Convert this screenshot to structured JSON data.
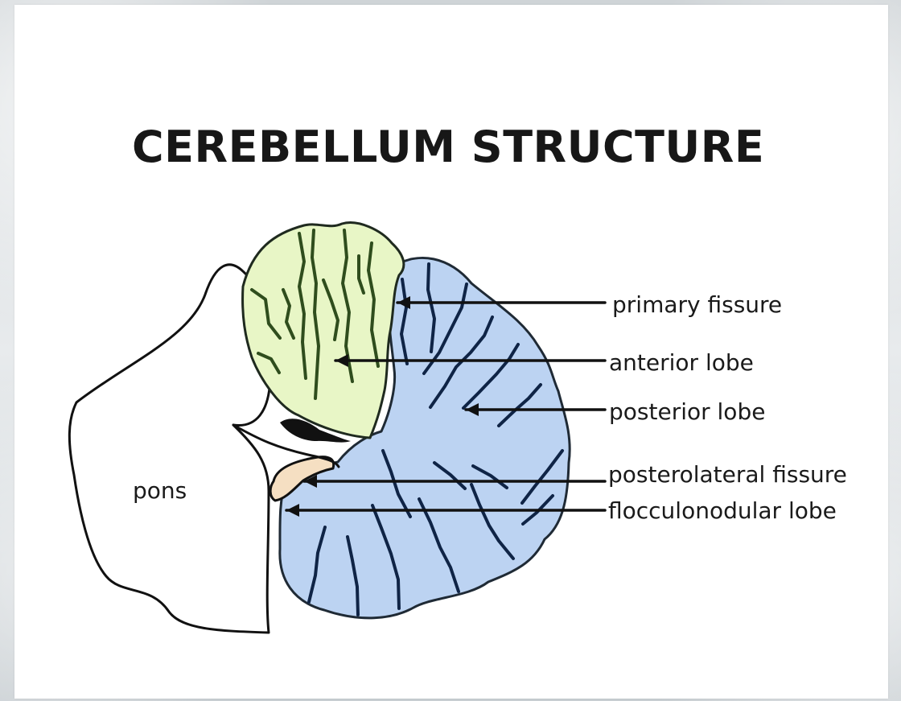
{
  "diagram": {
    "title": "CEREBELLUM STRUCTURE",
    "labels": {
      "pons": "pons",
      "primary_fissure": "primary fissure",
      "anterior_lobe": "anterior lobe",
      "posterior_lobe": "posterior lobe",
      "posterolateral_fissure": "posterolateral fissure",
      "flocculonodular_lobe": "flocculonodular lobe"
    },
    "colors": {
      "anterior_lobe": "#e8f6c6",
      "posterior_lobe": "#bcd3f2",
      "flocculonodular_lobe": "#f5dfc2",
      "outline": "#111111"
    }
  }
}
